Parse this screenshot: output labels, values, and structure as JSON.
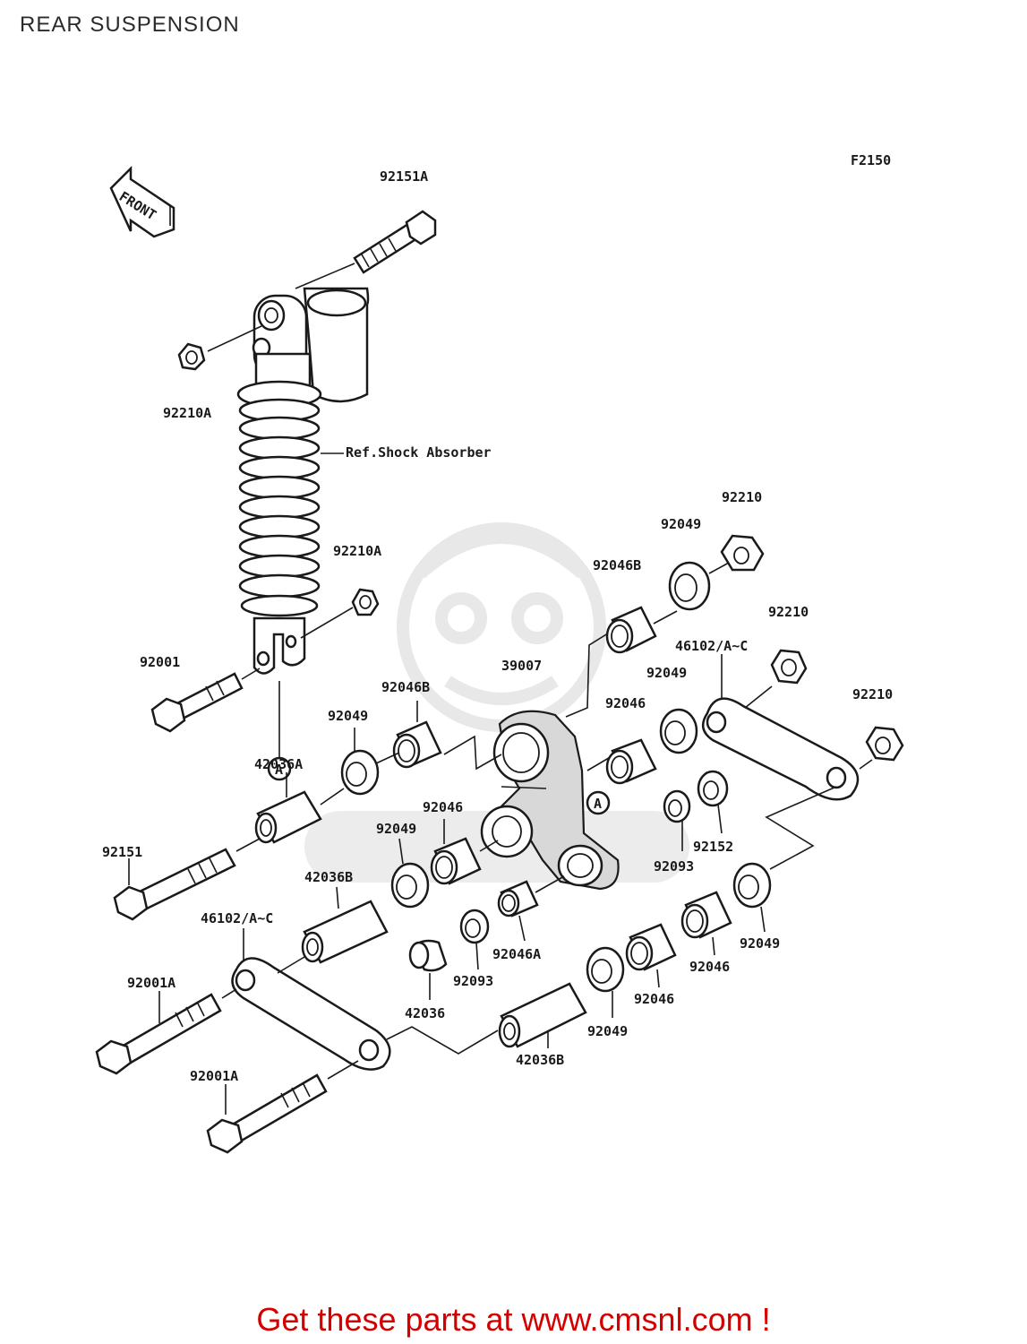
{
  "title": "REAR SUSPENSION",
  "figure_code": "F2150",
  "front_marker": "FRONT",
  "reference_label": "Ref.Shock Absorber",
  "callout_letter": "A",
  "promo_text": "Get these parts at www.cmsnl.com !",
  "part_labels": {
    "p92151A": "92151A",
    "p92210A_top": "92210A",
    "p92210A_mid": "92210A",
    "p92001": "92001",
    "p92210_a": "92210",
    "p92049_a": "92049",
    "p92046B_a": "92046B",
    "p92210_b": "92210",
    "p46102_a": "46102/A~C",
    "p92210_c": "92210",
    "p39007": "39007",
    "p92049_b": "92049",
    "p92046B_b": "92046B",
    "p92046_a": "92046",
    "p92049_c": "92049",
    "p42036A": "42036A",
    "p92046_b": "92046",
    "p92049_d": "92049",
    "p92152": "92152",
    "p92093_a": "92093",
    "p92151": "92151",
    "p42036B_a": "42036B",
    "p46102_b": "46102/A~C",
    "p92049_e": "92049",
    "p92046_c": "92046",
    "p92093_b": "92093",
    "p92046A": "92046A",
    "p92001A_a": "92001A",
    "p42036": "42036",
    "p92046_d": "92046",
    "p92049_f": "92049",
    "p42036B_b": "42036B",
    "p92001A_b": "92001A"
  }
}
